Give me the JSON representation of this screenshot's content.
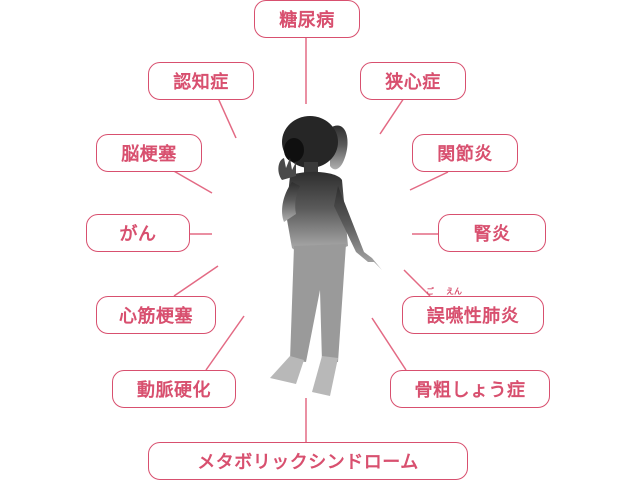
{
  "center_figure": "silhouette-woman-holding-head",
  "accent_color": "#d8506f",
  "line_color": "#e36a84",
  "figure_color": "#3f3f3f",
  "diseases": {
    "diabetes": "糖尿病",
    "dementia": "認知症",
    "angina": "狭心症",
    "stroke": "脳梗塞",
    "arthritis": "関節炎",
    "cancer": "がん",
    "nephritis": "腎炎",
    "myocardial": "心筋梗塞",
    "aspiration_pneumonia": "誤嚥性肺炎",
    "aspiration_ruby_go": "ご",
    "aspiration_ruby_en": "えん",
    "atherosclerosis": "動脈硬化",
    "osteoporosis": "骨粗しょう症",
    "metabolic": "メタボリックシンドローム"
  }
}
